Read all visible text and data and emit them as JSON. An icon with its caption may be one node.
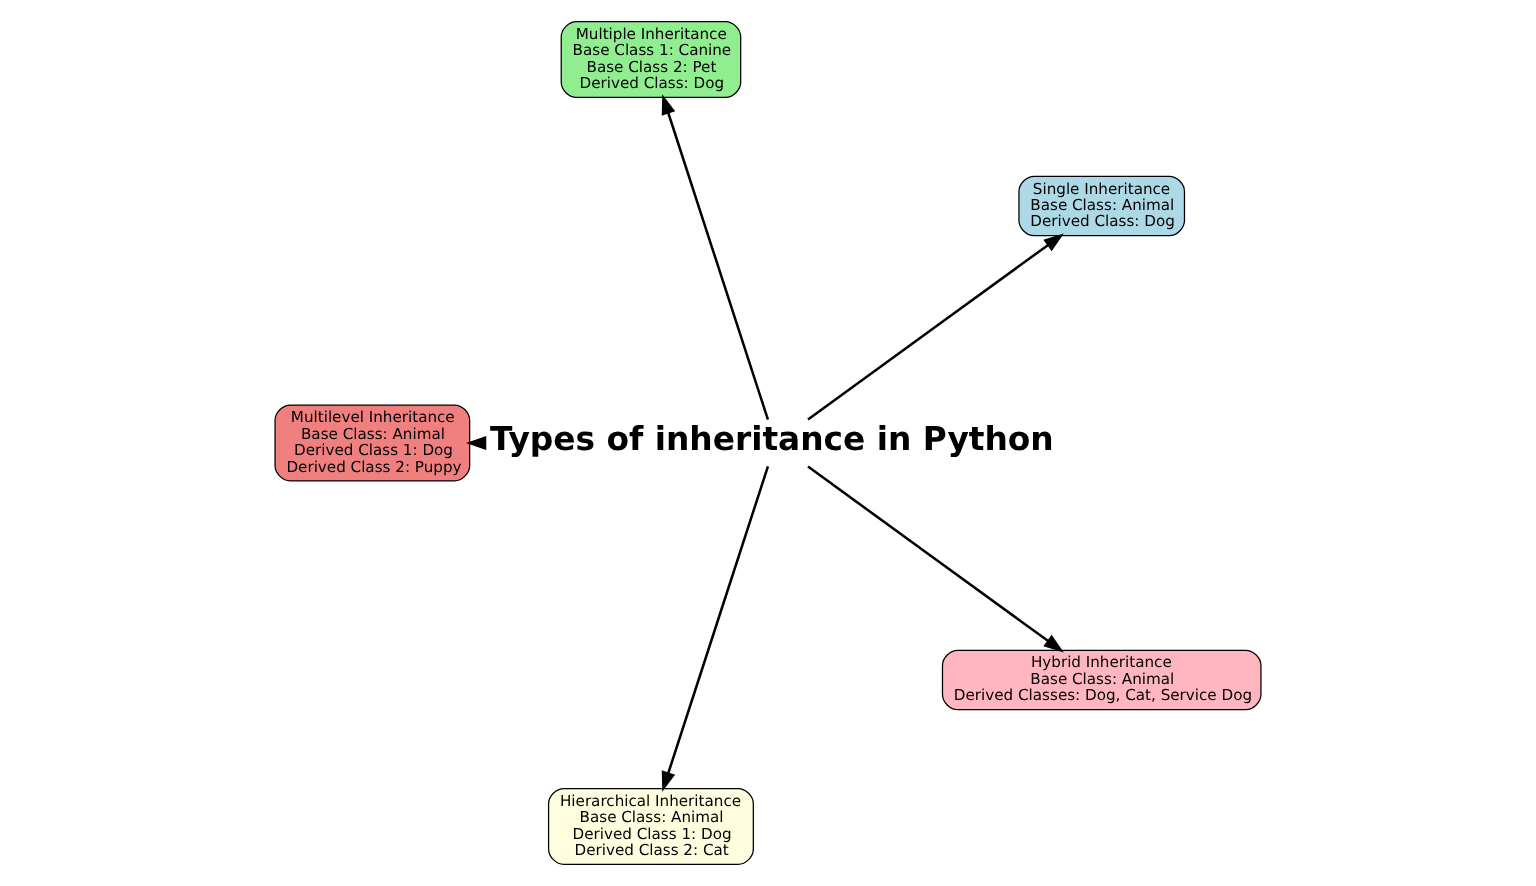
{
  "diagram": {
    "nodes": [
      {
        "text": [
          "Types of inheritance in Python"
        ]
      },
      {
        "text": [
          "Single Inheritance",
          "Base Class: Animal",
          "Derived Class: Dog"
        ]
      },
      {
        "text": [
          "Multiple Inheritance",
          "Base Class 1: Canine",
          "Base Class 2: Pet",
          "Derived Class: Dog"
        ]
      },
      {
        "text": [
          "Multilevel Inheritance",
          "Base Class: Animal",
          "Derived Class 1: Dog",
          "Derived Class 2: Puppy"
        ]
      },
      {
        "text": [
          "Hierarchical Inheritance",
          "Base Class: Animal",
          "Derived Class 1: Dog",
          "Derived Class 2: Cat"
        ]
      },
      {
        "text": [
          "Hybrid Inheritance",
          "Base Class: Animal",
          "Derived Classes: Dog, Cat, Service Dog"
        ]
      }
    ],
    "edges": [
      {
        "from": 0,
        "to": 1,
        "arrow": "to"
      },
      {
        "from": 0,
        "to": 2,
        "arrow": "to"
      },
      {
        "from": 0,
        "to": 3,
        "arrow": "to"
      },
      {
        "from": 0,
        "to": 4,
        "arrow": "to"
      },
      {
        "from": 0,
        "to": 5,
        "arrow": "to"
      }
    ]
  }
}
